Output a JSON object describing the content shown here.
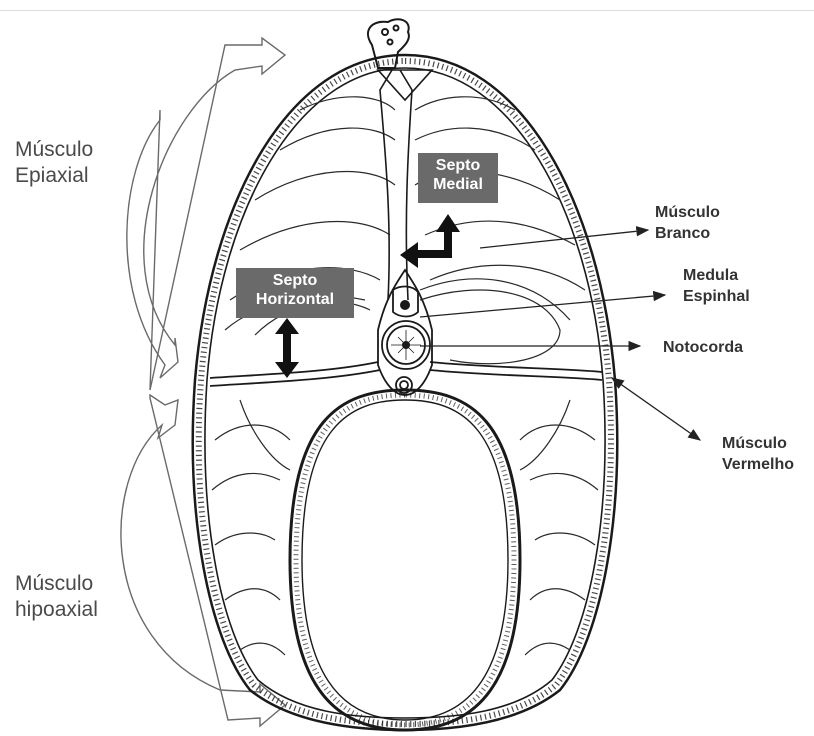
{
  "labels": {
    "epiaxial": "Músculo\nEpiaxial",
    "hipoaxial": "Músculo\nhipoaxial",
    "septo_medial": "Septo\nMedial",
    "septo_horizontal": "Septo\nHorizontal",
    "musculo_branco": "Músculo\nBranco",
    "medula_espinhal": "Medula\nEspinhal",
    "notocorda": "Notocorda",
    "musculo_vermelho": "Músculo\nVermelho"
  },
  "colors": {
    "outline": "#1a1a1a",
    "label_box": "#6a6a6a",
    "label_text": "#333333",
    "side_text": "#4a4a4a",
    "arrow": "#111111"
  }
}
